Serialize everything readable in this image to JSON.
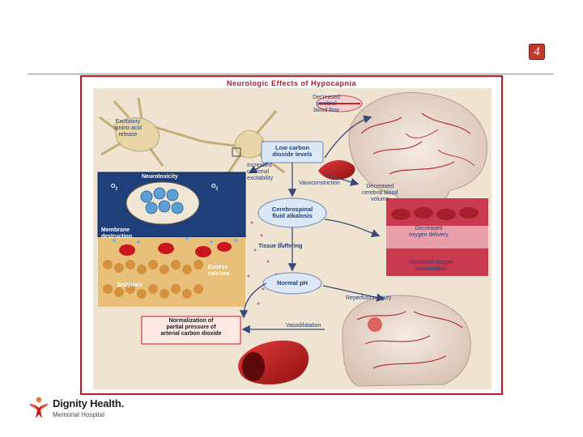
{
  "slide_number": "4",
  "figure": {
    "title": "Neurologic Effects of Hypocapnia",
    "labels": {
      "excitatory": [
        "Excitatory",
        "amino acid",
        "release"
      ],
      "decreased_cbf": [
        "Decreased",
        "cerebral",
        "blood flow"
      ],
      "low_co2": [
        "Low carbon",
        "dioxide levels"
      ],
      "neurotoxicity": "Neurotoxicity",
      "increased_excitability": [
        "Increased",
        "neuronal",
        "excitability"
      ],
      "vasoconstriction": "Vasoconstriction",
      "decreased_cbv": [
        "Decreased",
        "cerebral blood",
        "volume"
      ],
      "csf_alkalosis": [
        "Cerebrospinal",
        "fluid alkalosis"
      ],
      "membrane_destruction": [
        "Membrane",
        "destruction"
      ],
      "tissue_buffering": "Tissue buffering",
      "decreased_o2_delivery": [
        "Decreased",
        "oxygen delivery"
      ],
      "increased_o2_consumption": [
        "Increased oxygen",
        "consumption"
      ],
      "excess_calcium": [
        "Excess",
        "calcium"
      ],
      "enzymes": "Enzymes",
      "normal_ph": "Normal pH",
      "reperfusion_injury": "Reperfusion injury",
      "normalization": [
        "Normalization of",
        "partial pressure of",
        "arterial carbon dioxide"
      ],
      "vasodilatation": "Vasodilatation",
      "o2": "O",
      "o2_sub": "2"
    }
  },
  "logo": {
    "name": "Dignity Health.",
    "subtitle": "Memorial Hospital"
  },
  "colors": {
    "accent_red": "#c8171e",
    "label_blue": "#1f3f7a",
    "box_blue": "#dde8f6"
  }
}
